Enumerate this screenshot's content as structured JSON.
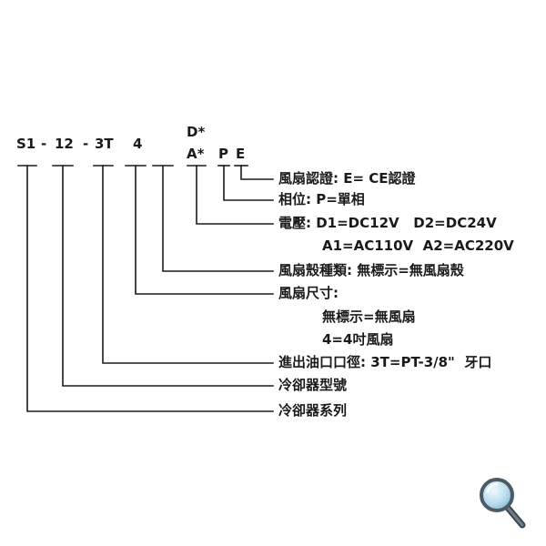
{
  "code": {
    "s1": "S1",
    "dash1": "-",
    "n12": "12",
    "dash2": "-",
    "t3": "3T",
    "n4": "4",
    "d_star": "D*",
    "a_star": "A*",
    "p": "P",
    "e": "E"
  },
  "descriptions": {
    "fan_cert": "風扇認證: E= CE認證",
    "phase": "相位: P=單相",
    "voltage_1": "電壓: D1=DC12V   D2=DC24V",
    "voltage_2": "A1=AC110V  A2=AC220V",
    "fan_housing": "風扇殼種類: 無標示=無風扇殼",
    "fan_size": "風扇尺寸:",
    "fan_size_none": "無標示=無風扇",
    "fan_size_4": "4=4吋風扇",
    "port": "進出油口口徑: 3T=PT-3/8\"  牙口",
    "model": "冷卻器型號",
    "series": "冷卻器系列"
  },
  "colors": {
    "line": "#1a1a1a",
    "text": "#1a1a1a",
    "magnifier_rim": "#4a5a66",
    "magnifier_glass": "#bfe0ef"
  },
  "icons": {
    "magnifier": "magnifier-icon"
  }
}
